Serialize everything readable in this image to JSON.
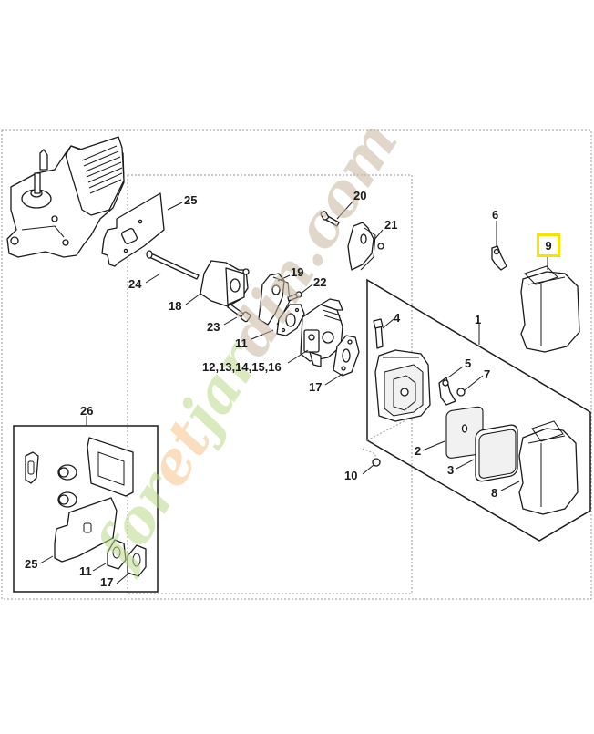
{
  "diagram": {
    "title": "Exploded parts diagram - air filter / carburetor assembly",
    "highlighted_part": "9",
    "highlight_color": "#f5e400",
    "watermark": {
      "text_part1": "for",
      "text_part2": "et",
      "text_part3": "jar",
      "text_part4": "din",
      "text_part5": ".com",
      "color_green": "#b9d98a",
      "color_orange": "#f8c48a",
      "color_brown": "#c8b8a0"
    },
    "labels": [
      {
        "id": "1",
        "text": "1"
      },
      {
        "id": "2",
        "text": "2"
      },
      {
        "id": "3",
        "text": "3"
      },
      {
        "id": "4",
        "text": "4"
      },
      {
        "id": "5",
        "text": "5"
      },
      {
        "id": "6",
        "text": "6"
      },
      {
        "id": "7",
        "text": "7"
      },
      {
        "id": "8",
        "text": "8"
      },
      {
        "id": "9",
        "text": "9"
      },
      {
        "id": "10",
        "text": "10"
      },
      {
        "id": "11",
        "text": "11"
      },
      {
        "id": "12-16",
        "text": "12,13,14,15,16"
      },
      {
        "id": "17",
        "text": "17"
      },
      {
        "id": "18",
        "text": "18"
      },
      {
        "id": "19",
        "text": "19"
      },
      {
        "id": "20",
        "text": "20"
      },
      {
        "id": "21",
        "text": "21"
      },
      {
        "id": "22",
        "text": "22"
      },
      {
        "id": "23",
        "text": "23"
      },
      {
        "id": "24",
        "text": "24"
      },
      {
        "id": "25",
        "text": "25"
      },
      {
        "id": "26",
        "text": "26"
      },
      {
        "id": "kit-25",
        "text": "25"
      },
      {
        "id": "kit-11",
        "text": "11"
      },
      {
        "id": "kit-17",
        "text": "17"
      }
    ]
  }
}
